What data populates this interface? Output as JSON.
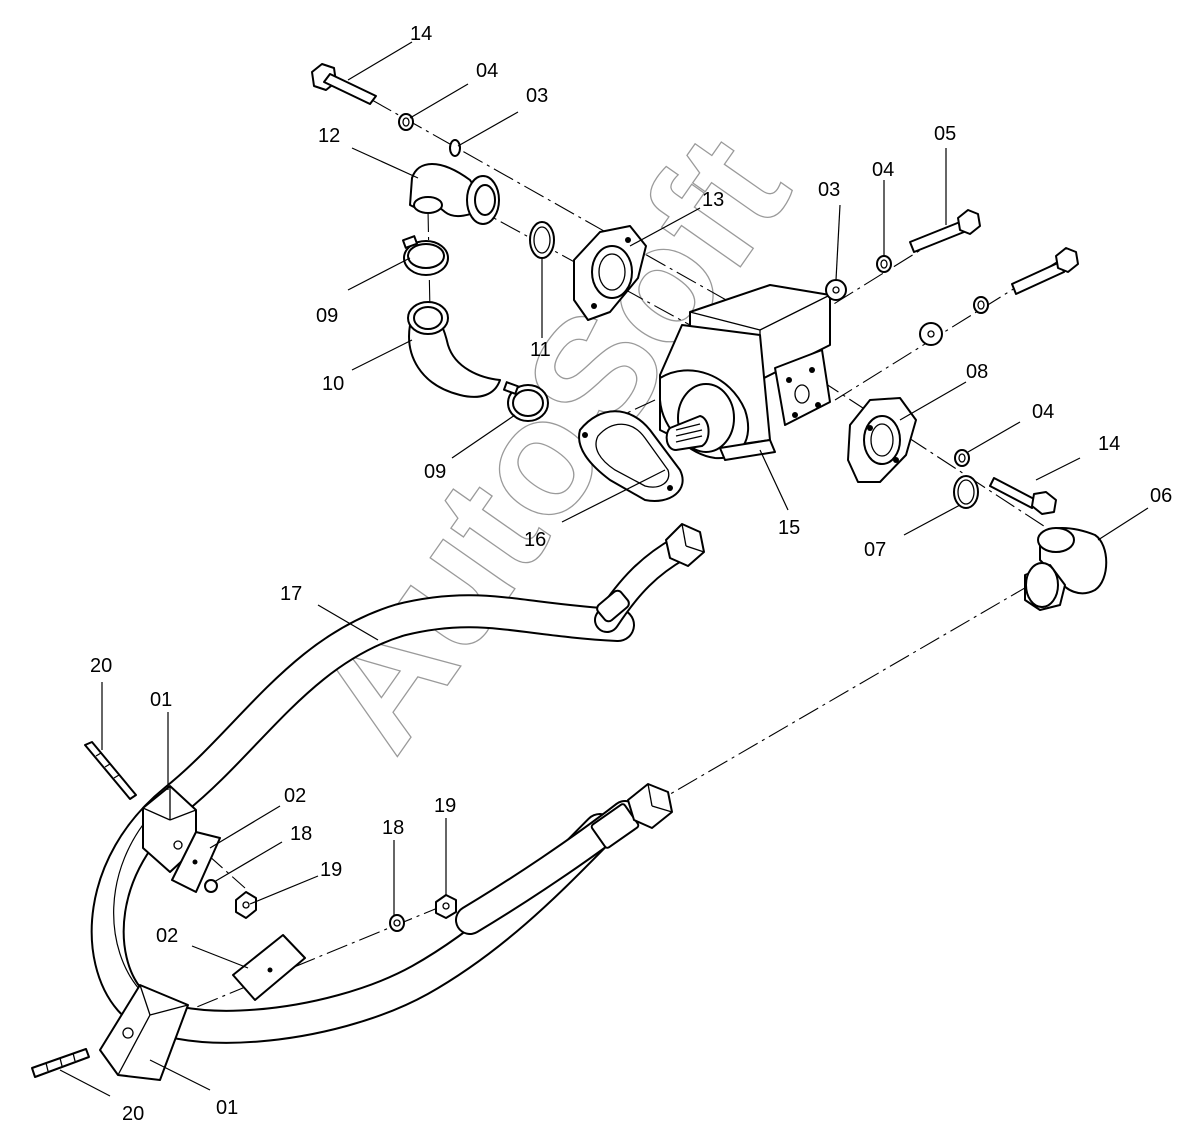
{
  "watermark": "AutoSoft",
  "callouts": {
    "c14_top": "14",
    "c04_top": "04",
    "c03_top": "03",
    "c12": "12",
    "c13": "13",
    "c03_right": "03",
    "c04_right": "04",
    "c05": "05",
    "c09_upper": "09",
    "c11": "11",
    "c10": "10",
    "c08": "08",
    "c04_lower": "04",
    "c14_lower": "14",
    "c09_lower": "09",
    "c16": "16",
    "c15": "15",
    "c07": "07",
    "c06": "06",
    "c17": "17",
    "c20_upper": "20",
    "c01_upper": "01",
    "c02_upper": "02",
    "c18_left": "18",
    "c19_left": "19",
    "c18_mid": "18",
    "c19_mid": "19",
    "c02_lower": "02",
    "c01_lower": "01",
    "c20_lower": "20"
  }
}
